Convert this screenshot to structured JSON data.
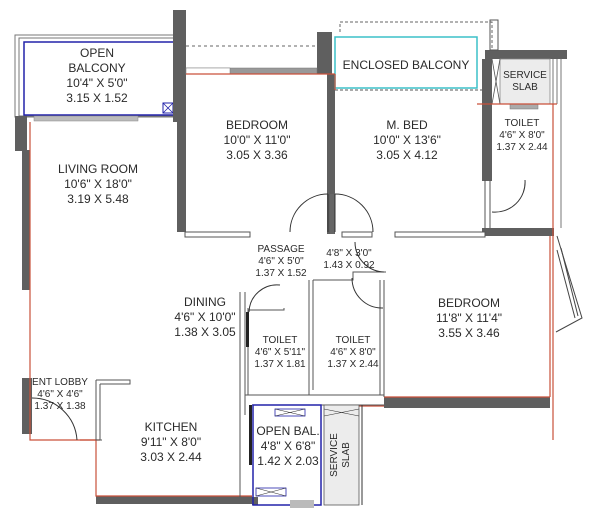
{
  "plan": {
    "colors": {
      "wall": "#5f5f5f",
      "carpet_line": "#c9503a",
      "balcony_blue": "#2222aa",
      "enclosed_cyan": "#3cc0c8",
      "slab_fill": "#ececec",
      "text": "#2a2a2a"
    },
    "rooms": [
      {
        "id": "open-balcony-top",
        "name": "OPEN",
        "name2": "BALCONY",
        "imperial": "10'4\" X 5'0\"",
        "metric": "3.15 X 1.52"
      },
      {
        "id": "bedroom-1",
        "name": "BEDROOM",
        "imperial": "10'0\" X 11'0\"",
        "metric": "3.05 X 3.36"
      },
      {
        "id": "enclosed-balcony",
        "name": "ENCLOSED BALCONY"
      },
      {
        "id": "service-slab-top",
        "name": "SERVICE",
        "name2": "SLAB"
      },
      {
        "id": "master-bed",
        "name": "M. BED",
        "imperial": "10'0\" X 13'6\"",
        "metric": "3.05 X 4.12"
      },
      {
        "id": "toilet-master",
        "name": "TOILET",
        "imperial": "4'6\" X 8'0\"",
        "metric": "1.37 X 2.44"
      },
      {
        "id": "living-room",
        "name": "LIVING ROOM",
        "imperial": "10'6\" X 18'0\"",
        "metric": "3.19 X 5.48"
      },
      {
        "id": "passage",
        "name": "PASSAGE",
        "imperial": "4'6\" X 5'0\"",
        "metric": "1.37 X 1.52"
      },
      {
        "id": "passage-2",
        "imperial": "4'8\" X 3'0\"",
        "metric": "1.43 X 0.92"
      },
      {
        "id": "dining",
        "name": "DINING",
        "imperial": "4'6\" X 10'0\"",
        "metric": "1.38 X 3.05"
      },
      {
        "id": "toilet-1",
        "name": "TOILET",
        "imperial": "4'6\" X 5'11\"",
        "metric": "1.37 X 1.81"
      },
      {
        "id": "toilet-2",
        "name": "TOILET",
        "imperial": "4'6\" X 8'0\"",
        "metric": "1.37 X 2.44"
      },
      {
        "id": "bedroom-2",
        "name": "BEDROOM",
        "imperial": "11'8\" X 11'4\"",
        "metric": "3.55 X 3.46"
      },
      {
        "id": "ent-lobby",
        "name": "ENT LOBBY",
        "imperial": "4'6\" X 4'6\"",
        "metric": "1.37 X 1.38"
      },
      {
        "id": "kitchen",
        "name": "KITCHEN",
        "imperial": "9'11\" X 8'0\"",
        "metric": "3.03 X 2.44"
      },
      {
        "id": "open-bal-bottom",
        "name": "OPEN BAL.",
        "imperial": "4'8\" X 6'8\"",
        "metric": "1.42 X 2.03"
      },
      {
        "id": "service-slab-bottom",
        "name": "SERVICE",
        "name2": "SLAB"
      }
    ]
  }
}
